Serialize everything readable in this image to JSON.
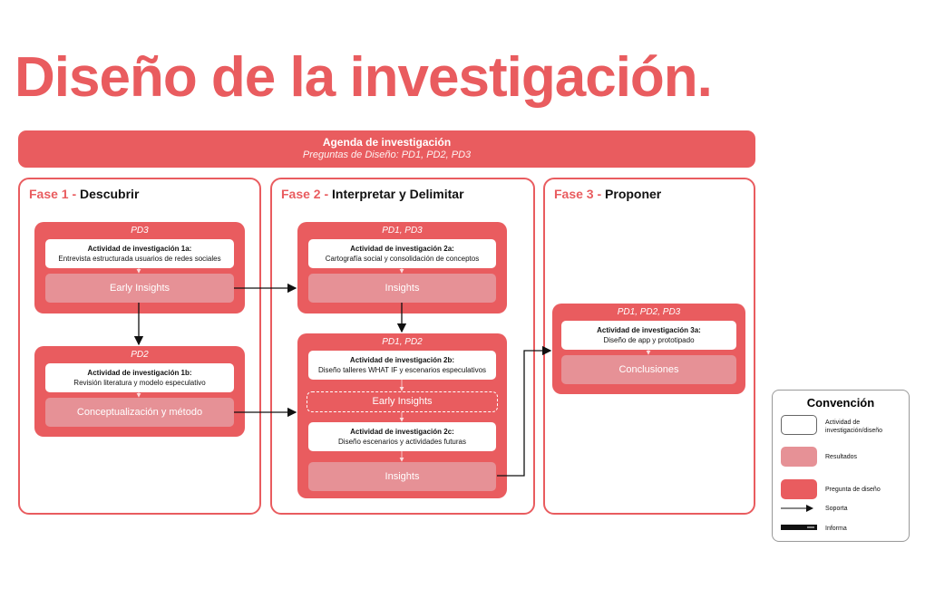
{
  "title": "Diseño de la investigación.",
  "agenda": {
    "title": "Agenda de investigación",
    "subtitle": "Preguntas de Diseño: PD1, PD2, PD3"
  },
  "phases": [
    {
      "prefix": "Fase 1 - ",
      "name": "Descubrir"
    },
    {
      "prefix": "Fase 2 - ",
      "name": "Interpretar y Delimitar"
    },
    {
      "prefix": "Fase 3 - ",
      "name": "Proponer"
    }
  ],
  "blocks": {
    "b1a": {
      "pd": "PD3",
      "act_title": "Actividad de investigación 1a:",
      "act_desc": "Entrevista estructurada usuarios de redes sociales",
      "result": "Early Insights"
    },
    "b1b": {
      "pd": "PD2",
      "act_title": "Actividad de investigación 1b:",
      "act_desc": "Revisión literatura y modelo especulativo",
      "result": "Conceptualización y método"
    },
    "b2a": {
      "pd": "PD1, PD3",
      "act_title": "Actividad de investigación 2a:",
      "act_desc": "Cartografía social y consolidación de conceptos",
      "result": "Insights"
    },
    "b2b": {
      "pd": "PD1, PD2",
      "act_title": "Actividad de investigación 2b:",
      "act_desc": "Diseño talleres WHAT IF y escenarios especulativos",
      "mid": "Early Insights",
      "act2_title": "Actividad de investigación 2c:",
      "act2_desc": "Diseño escenarios y actividades futuras",
      "result": "Insights"
    },
    "b3a": {
      "pd": "PD1, PD2, PD3",
      "act_title": "Actividad de investigación 3a:",
      "act_desc": "Diseño de app y prototipado",
      "result": "Conclusiones"
    }
  },
  "legend": {
    "title": "Convención",
    "items": [
      "Actividad de investigación/diseño",
      "Resultados",
      "Pregunta de diseño",
      "Soporta",
      "Informa"
    ]
  },
  "colors": {
    "accent": "#e95c5f",
    "result": "#e69196"
  }
}
